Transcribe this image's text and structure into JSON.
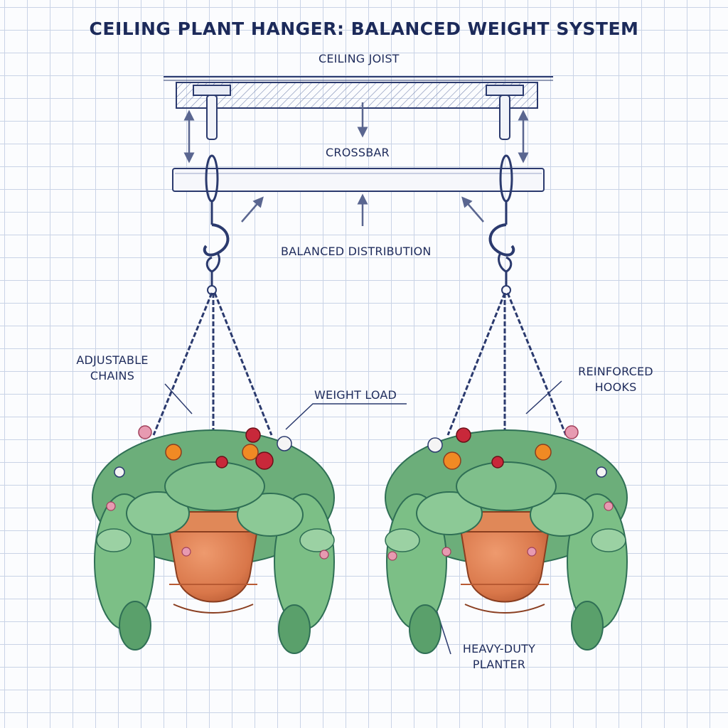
{
  "title": "CEILING PLANT HANGER: BALANCED WEIGHT SYSTEM",
  "labels": {
    "ceiling_joist": "CEILING JOIST",
    "crossbar": "CROSSBAR",
    "balanced_distribution": "BALANCED DISTRIBUTION",
    "adjustable_chains": [
      "ADJUSTABLE",
      "CHAINS"
    ],
    "weight_load": "WEIGHT LOAD",
    "reinforced_hooks": [
      "REINFORCED",
      "HOOKS"
    ],
    "heavy_duty_planter": [
      "HEAVY-DUTY",
      "PLANTER"
    ]
  },
  "colors": {
    "ink": "#2b3a6e",
    "grid": "#c9d3e6",
    "background": "#fbfcfe",
    "terracotta": "#d9774a",
    "terracotta_dark": "#b85a33",
    "foliage": "#6cae7a",
    "foliage_dark": "#2f6f55",
    "flower_red": "#c8283a",
    "flower_orange": "#f08a24",
    "flower_pink": "#e79ab1",
    "flower_white": "#f4f4f4"
  },
  "icons": [
    "arrow-icon",
    "hook-icon",
    "chain-icon",
    "planter-icon",
    "flower-icon",
    "bracket-icon"
  ]
}
